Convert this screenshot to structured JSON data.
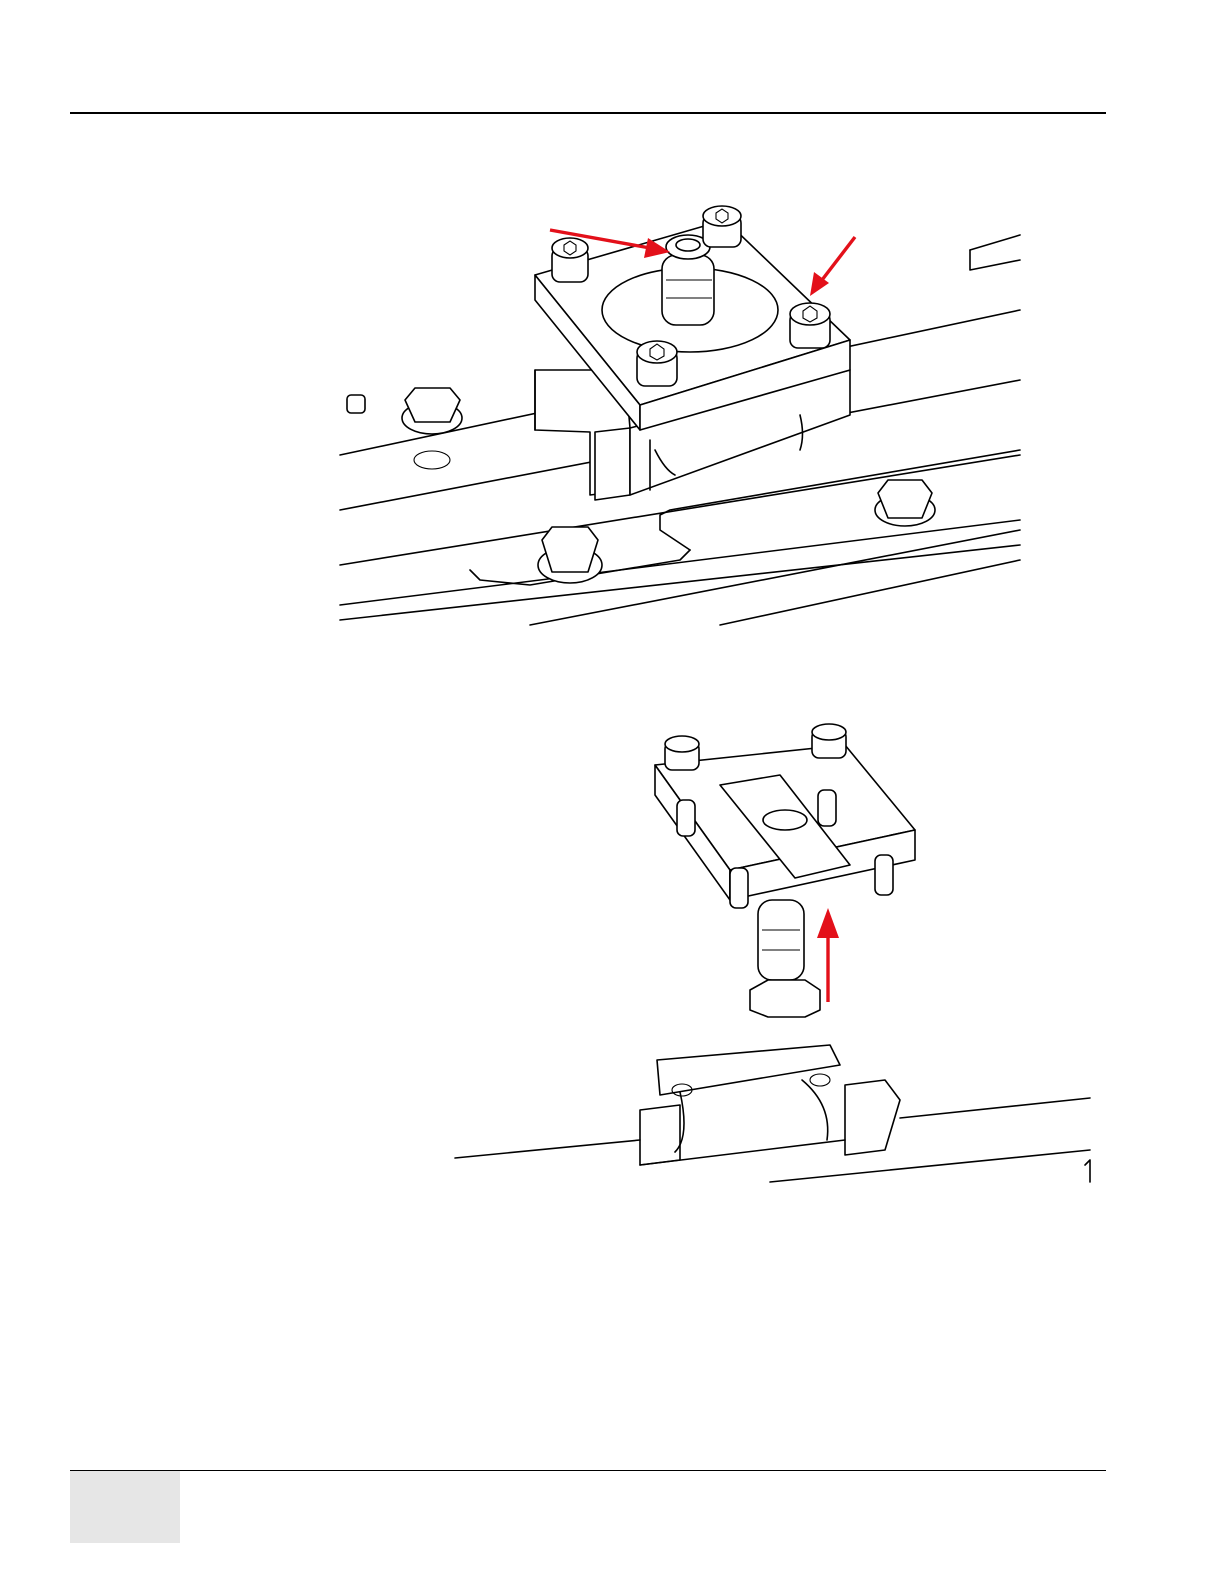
{
  "page": {
    "header_rule": true,
    "footer_rule": true,
    "footer_page_box": ""
  },
  "figures": [
    {
      "id": "assembly-installed",
      "arrows": 2,
      "arrow_color": "#e3101a"
    },
    {
      "id": "assembly-exploded",
      "arrows": 1,
      "arrow_color": "#e3101a"
    }
  ]
}
